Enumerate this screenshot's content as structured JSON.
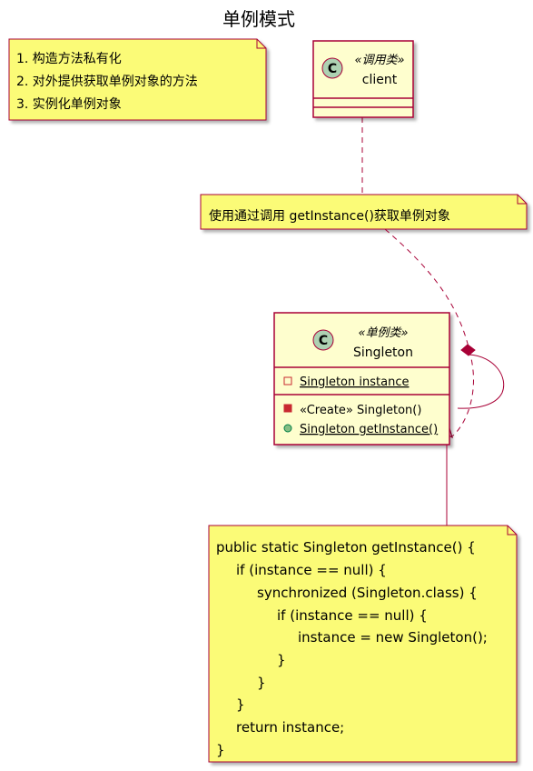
{
  "title": "单例模式",
  "colors": {
    "note_fill": "#FBFB77",
    "note_border": "#A80036",
    "class_fill": "#FEFECE",
    "class_border": "#A80036",
    "circle_fill": "#ADD1B2",
    "private_square": "#C82930",
    "public_circle": "#84BE84",
    "arrow": "#A80036"
  },
  "notes": {
    "steps": [
      "1. 构造方法私有化",
      "2. 对外提供获取单例对象的方法",
      "3. 实例化单例对象"
    ],
    "usage": "使用通过调用 getInstance()获取单例对象",
    "code": [
      "public static Singleton getInstance() {",
      "if (instance == null) {",
      "synchronized (Singleton.class) {",
      "if (instance == null) {",
      "instance = new Singleton();",
      "}",
      "}",
      "}",
      "return instance;",
      "}"
    ]
  },
  "classes": {
    "client": {
      "circle_letter": "C",
      "stereotype": "«调用类»",
      "name": "client"
    },
    "singleton": {
      "circle_letter": "C",
      "stereotype": "«单例类»",
      "name": "Singleton",
      "field": "Singleton instance",
      "constructor": "«Create» Singleton()",
      "method": "Singleton getInstance()"
    }
  }
}
